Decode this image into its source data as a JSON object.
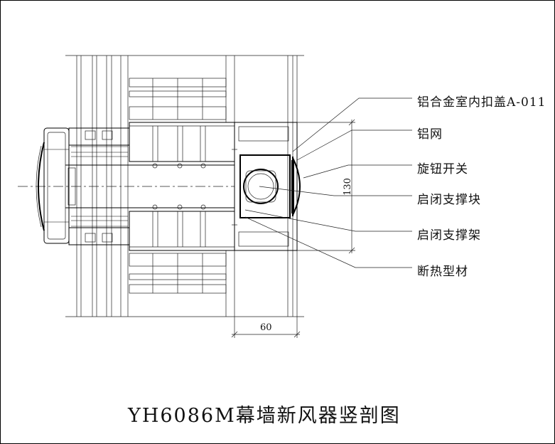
{
  "title": "YH6086M幕墙新风器竖剖图",
  "callouts": [
    {
      "label": "铝合金室内扣盖A-011"
    },
    {
      "label": "铝网"
    },
    {
      "label": "旋钮开关"
    },
    {
      "label": "启闭支撑块"
    },
    {
      "label": "启闭支撑架"
    },
    {
      "label": "断热型材"
    }
  ],
  "dimensions": {
    "height": "130",
    "width": "60"
  }
}
